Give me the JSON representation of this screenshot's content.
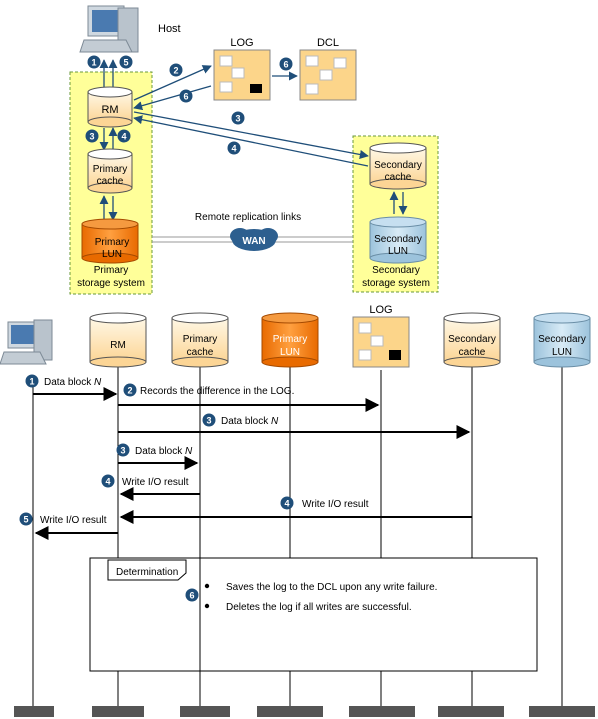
{
  "top": {
    "host_label": "Host",
    "log_label": "LOG",
    "dcl_label": "DCL",
    "rm_label": "RM",
    "primary_cache_line1": "Primary",
    "primary_cache_line2": "cache",
    "primary_lun_line1": "Primary",
    "primary_lun_line2": "LUN",
    "primary_system_line1": "Primary",
    "primary_system_line2": "storage system",
    "secondary_cache_line1": "Secondary",
    "secondary_cache_line2": "cache",
    "secondary_lun_line1": "Secondary",
    "secondary_lun_line2": "LUN",
    "secondary_system_line1": "Secondary",
    "secondary_system_line2": "storage system",
    "links_label": "Remote replication links",
    "wan_label": "WAN",
    "step_badges": [
      "1",
      "5",
      "2",
      "6",
      "6",
      "3",
      "4",
      "3",
      "4"
    ]
  },
  "seq": {
    "participants": {
      "rm": "RM",
      "primary_cache": [
        "Primary",
        "cache"
      ],
      "primary_lun": [
        "Primary",
        "LUN"
      ],
      "log": "LOG",
      "secondary_cache": [
        "Secondary",
        "cache"
      ],
      "secondary_lun": [
        "Secondary",
        "LUN"
      ]
    },
    "messages": {
      "m1_badge": "1",
      "m1_text": "Data block ",
      "m1_italic": "N",
      "m2_badge": "2",
      "m2_text": "Records the difference in the LOG.",
      "m3a_badge": "3",
      "m3a_text": "Data block ",
      "m3a_italic": "N",
      "m3b_badge": "3",
      "m3b_text": "Data block ",
      "m3b_italic": "N",
      "m4a_badge": "4",
      "m4a_text": "Write I/O result",
      "m4b_badge": "4",
      "m4b_text": "Write I/O result",
      "m5_badge": "5",
      "m5_text": "Write I/O result"
    },
    "determination": {
      "title": "Determination",
      "badge": "6",
      "bullets": [
        "Saves the log to the DCL upon any write failure.",
        "Deletes the log if all writes are successful."
      ]
    }
  },
  "colors": {
    "yellow_box": "#ffff99",
    "dashed_border": "#6a9a3a",
    "badge": "#1f4e79",
    "arrow_blue": "#1f4e79",
    "cylinder_top": "#ffffff",
    "cylinder_body": "#fde0a8",
    "lun_orange": "#f07f16",
    "lun_blue": "#b8d6ea",
    "log_box": "#fcd58a"
  }
}
